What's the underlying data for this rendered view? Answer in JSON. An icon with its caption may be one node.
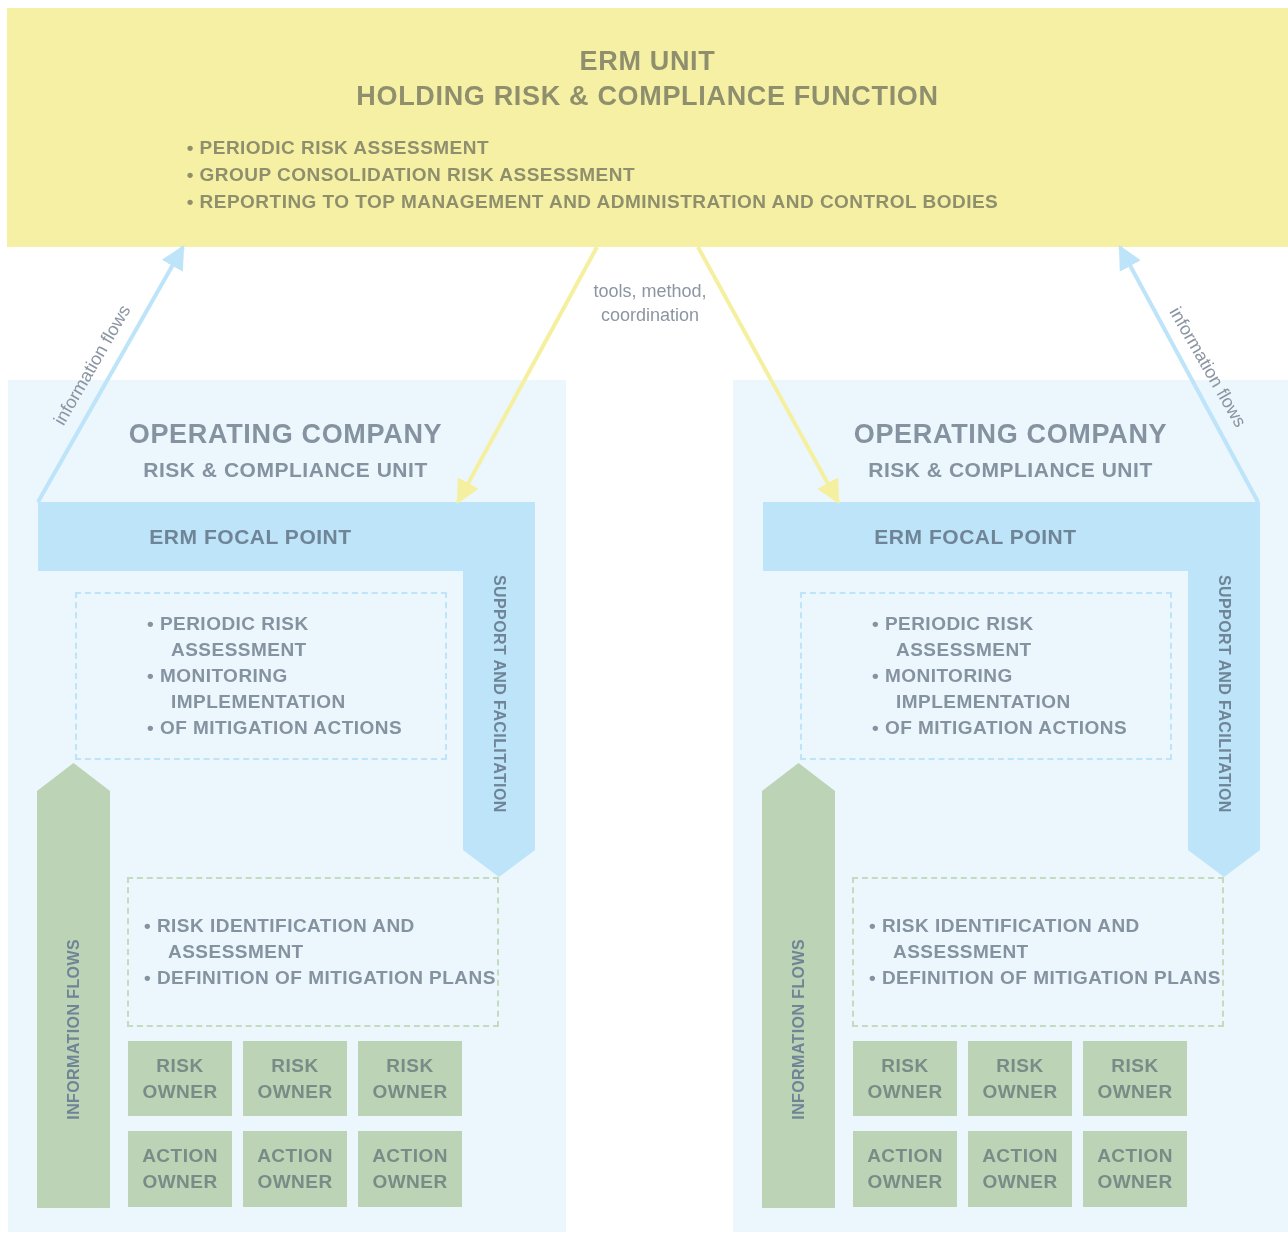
{
  "diagram": {
    "nodes": [
      {
        "text": [
          "ERM UNIT",
          "HOLDING RISK & COMPLIANCE FUNCTION",
          "• PERIODIC RISK ASSESSMENT",
          "• GROUP CONSOLIDATION RISK ASSESSMENT",
          "• REPORTING TO TOP MANAGEMENT AND ADMINISTRATION AND CONTROL BODIES"
        ]
      },
      {
        "text": [
          "OPERATING COMPANY",
          "RISK & COMPLIANCE UNIT"
        ]
      },
      {
        "text": [
          "ERM FOCAL POINT"
        ],
        "in": 1
      },
      {
        "text": [
          "• PERIODIC RISK ASSESSMENT",
          "• MONITORING IMPLEMENTATION",
          "• OF MITIGATION ACTIONS"
        ],
        "in": 1
      },
      {
        "text": [
          "INFORMATION FLOWS"
        ],
        "in": 1
      },
      {
        "text": [
          "• RISK IDENTIFICATION AND ASSESSMENT",
          "• DEFINITION OF MITIGATION PLANS"
        ],
        "in": 1
      },
      {
        "text": [
          "RISK OWNER"
        ],
        "in": 1
      },
      {
        "text": [
          "RISK OWNER"
        ],
        "in": 1
      },
      {
        "text": [
          "RISK OWNER"
        ],
        "in": 1
      },
      {
        "text": [
          "ACTION OWNER"
        ],
        "in": 1
      },
      {
        "text": [
          "ACTION OWNER"
        ],
        "in": 1
      },
      {
        "text": [
          "ACTION OWNER"
        ],
        "in": 1
      },
      {
        "text": [
          "OPERATING COMPANY",
          "RISK & COMPLIANCE UNIT"
        ]
      },
      {
        "text": [
          "ERM FOCAL POINT"
        ],
        "in": 12
      },
      {
        "text": [
          "• PERIODIC RISK ASSESSMENT",
          "• MONITORING IMPLEMENTATION",
          "• OF MITIGATION ACTIONS"
        ],
        "in": 12
      },
      {
        "text": [
          "INFORMATION FLOWS"
        ],
        "in": 12
      },
      {
        "text": [
          "• RISK IDENTIFICATION AND ASSESSMENT",
          "• DEFINITION OF MITIGATION PLANS"
        ],
        "in": 12
      },
      {
        "text": [
          "RISK OWNER"
        ],
        "in": 12
      },
      {
        "text": [
          "RISK OWNER"
        ],
        "in": 12
      },
      {
        "text": [
          "RISK OWNER"
        ],
        "in": 12
      },
      {
        "text": [
          "ACTION OWNER"
        ],
        "in": 12
      },
      {
        "text": [
          "ACTION OWNER"
        ],
        "in": 12
      },
      {
        "text": [
          "ACTION OWNER"
        ],
        "in": 12
      }
    ],
    "edges": [
      {
        "from": 2,
        "to": 0,
        "arrow": "to",
        "label": "information flows",
        "color": "#bde4f8"
      },
      {
        "from": 0,
        "to": 2,
        "arrow": "to",
        "label": "tools, method, coordination",
        "color": "#f5f0a0"
      },
      {
        "from": 0,
        "to": 13,
        "arrow": "to",
        "color": "#f5f0a0"
      },
      {
        "from": 13,
        "to": 0,
        "arrow": "to",
        "label": "information flows",
        "color": "#bde4f8"
      },
      {
        "from": 2,
        "to": 5,
        "arrow": "to",
        "label": "SUPPORT AND FACILITATION",
        "style": "thick",
        "color": "#bde4f8"
      },
      {
        "from": 13,
        "to": 16,
        "arrow": "to",
        "label": "SUPPORT AND FACILITATION",
        "style": "thick",
        "color": "#bde4f8"
      }
    ]
  }
}
